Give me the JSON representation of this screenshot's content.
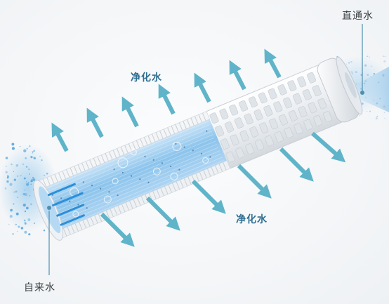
{
  "labels": {
    "bypass_water": "直通水",
    "purified_water_top": "净化水",
    "purified_water_bottom": "净化水",
    "tap_water": "自来水"
  },
  "colors": {
    "arrow": "#5fb4c9",
    "membrane_blue": "#8cc4ec",
    "cage_white": "#f2f4f6",
    "pointer_line": "#4f8fb0"
  }
}
